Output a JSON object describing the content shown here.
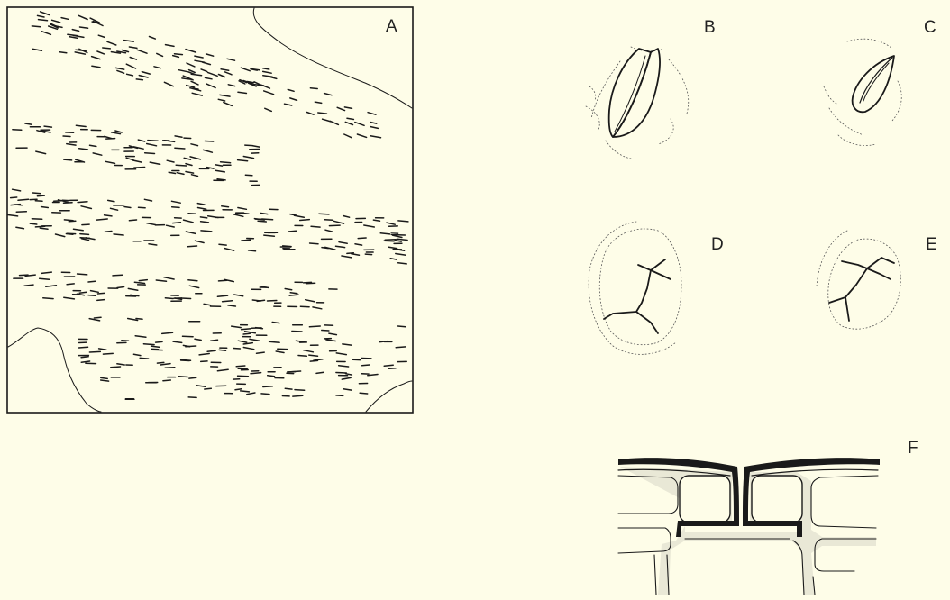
{
  "panels": [
    {
      "id": "a",
      "label": "A"
    },
    {
      "id": "b",
      "label": "B"
    },
    {
      "id": "c",
      "label": "C"
    },
    {
      "id": "d",
      "label": "D"
    },
    {
      "id": "e",
      "label": "E"
    },
    {
      "id": "f",
      "label": "F"
    }
  ],
  "colors": {
    "background": "#fefde8",
    "ink": "#1a1a1a",
    "cell_fill": "#fefde8",
    "wall_fill": "#e9e8d6"
  }
}
